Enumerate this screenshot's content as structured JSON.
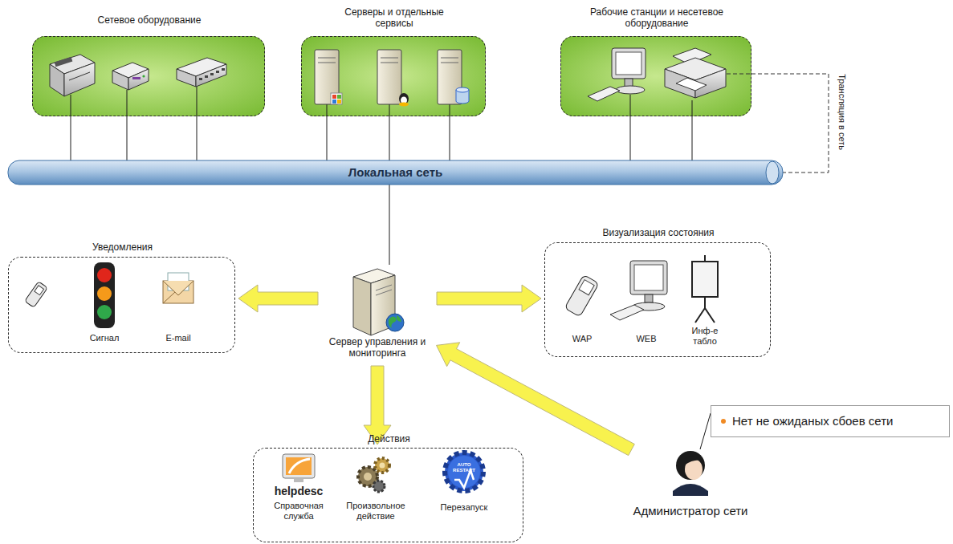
{
  "diagram": {
    "nodes": [
      {
        "text": [
          "Сетевое оборудование"
        ]
      },
      {
        "text": [
          "Серверы и отдельные сервисы"
        ]
      },
      {
        "text": [
          "Рабочие станции и несетевое оборудование"
        ]
      },
      {
        "text": [
          "Локальная сеть"
        ]
      },
      {
        "text": [
          "Уведомления"
        ]
      },
      {
        "text": [
          "Сервер управления и мониторинга"
        ]
      },
      {
        "text": [
          "Визуализация состояния"
        ]
      },
      {
        "text": [
          "Действия"
        ]
      },
      {
        "text": [
          "Администратор сети"
        ]
      },
      {
        "text": [
          "Нет не ожиданых сбоев сети"
        ]
      }
    ],
    "edges": [
      {
        "from": 0,
        "to": 3,
        "arrow": "none"
      },
      {
        "from": 1,
        "to": 3,
        "arrow": "none"
      },
      {
        "from": 2,
        "to": 3,
        "arrow": "none"
      },
      {
        "from": 2,
        "to": 3,
        "label": "Трансляция в сеть",
        "arrow": "none"
      },
      {
        "from": 3,
        "to": 5,
        "arrow": "none"
      },
      {
        "from": 5,
        "to": 4,
        "arrow": "to"
      },
      {
        "from": 5,
        "to": 6,
        "arrow": "to"
      },
      {
        "from": 5,
        "to": 7,
        "arrow": "to"
      },
      {
        "from": 8,
        "to": 5,
        "arrow": "to"
      },
      {
        "from": 9,
        "to": 8,
        "arrow": "none"
      }
    ],
    "labels": [
      "Сигнал",
      "E-mail",
      "WAP",
      "WEB",
      "Инф-е табло",
      "helpdesc",
      "Справочная служба",
      "Произвольное действие",
      "AUTO RESTART",
      "Перезапуск"
    ]
  }
}
